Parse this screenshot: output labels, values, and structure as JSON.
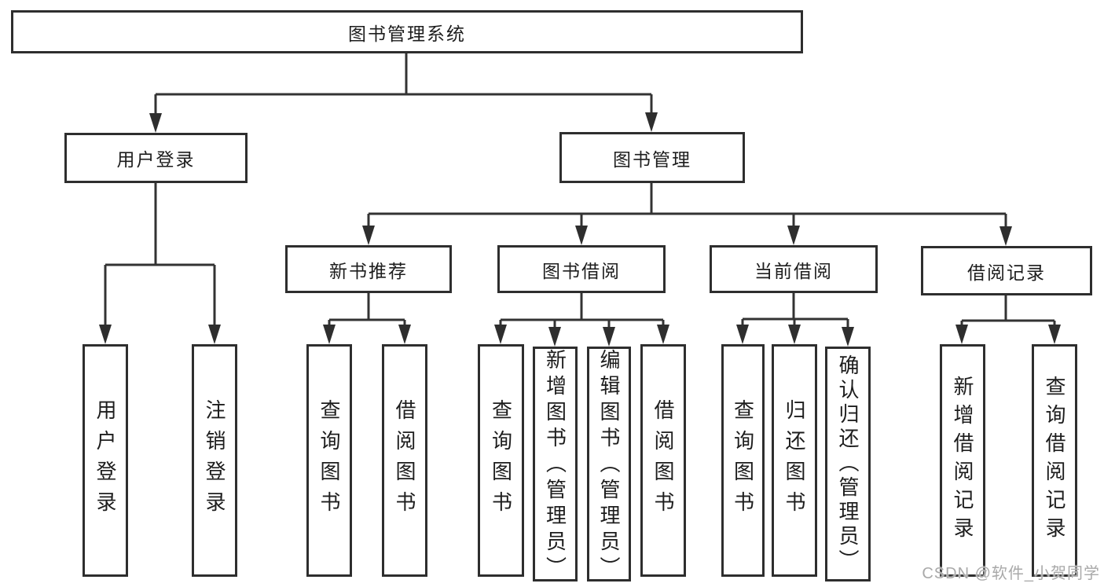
{
  "page": {
    "background": "#ffffff",
    "line_color": "#333333",
    "border_color": "#2e2e2e",
    "text_color": "#1d1d1d",
    "watermark": {
      "text": "CSDN @软件_小贺同学",
      "color": "#a9a9a9"
    }
  },
  "tree": {
    "root": {
      "label": "图书管理系统",
      "children": [
        {
          "label": "用户登录",
          "children": [
            {
              "label": "用户登录"
            },
            {
              "label": "注销登录"
            }
          ]
        },
        {
          "label": "图书管理",
          "children": [
            {
              "label": "新书推荐",
              "children": [
                {
                  "label": "查询图书"
                },
                {
                  "label": "借阅图书"
                }
              ]
            },
            {
              "label": "图书借阅",
              "children": [
                {
                  "label": "查询图书"
                },
                {
                  "label": "新增图书（管理员）"
                },
                {
                  "label": "编辑图书（管理员）"
                },
                {
                  "label": "借阅图书"
                }
              ]
            },
            {
              "label": "当前借阅",
              "children": [
                {
                  "label": "查询图书"
                },
                {
                  "label": "归还图书"
                },
                {
                  "label": "确认归还（管理员）"
                }
              ]
            },
            {
              "label": "借阅记录",
              "children": [
                {
                  "label": "新增借阅记录"
                },
                {
                  "label": "查询借阅记录"
                }
              ]
            }
          ]
        }
      ]
    }
  }
}
